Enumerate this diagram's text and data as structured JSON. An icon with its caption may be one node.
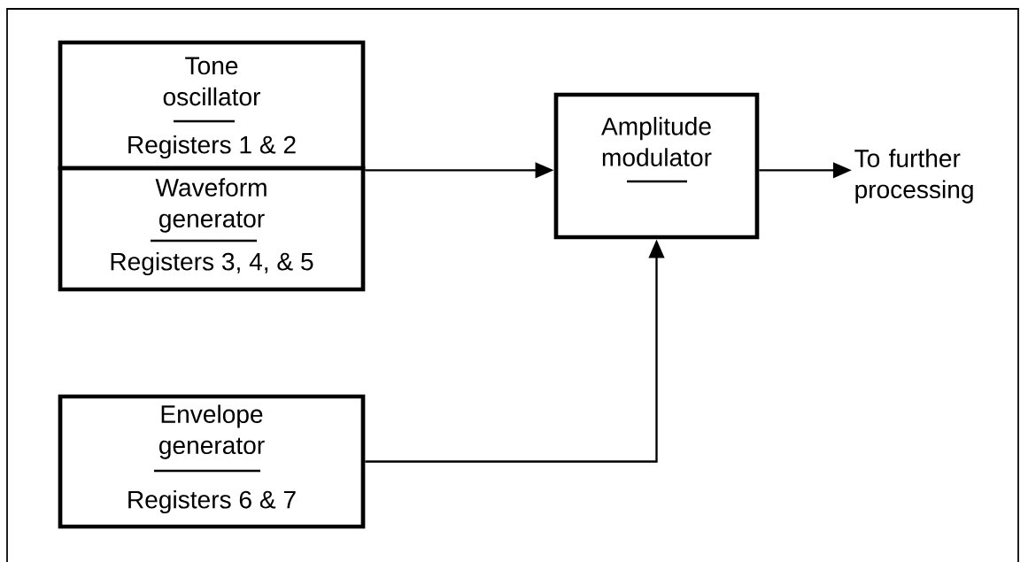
{
  "diagram": {
    "nodes": [
      {
        "text": [
          "Tone oscillator",
          "Registers 1 & 2"
        ]
      },
      {
        "text": [
          "Waveform generator",
          "Registers 3, 4, & 5"
        ]
      },
      {
        "text": [
          "Envelope generator",
          "Registers 6 & 7"
        ]
      },
      {
        "text": [
          "Amplitude modulator"
        ]
      },
      {
        "text": [
          "To further processing"
        ]
      }
    ],
    "edges": [
      {
        "from": 0,
        "to": 3,
        "arrow": "to"
      },
      {
        "from": 1,
        "to": 3,
        "arrow": "to"
      },
      {
        "from": 2,
        "to": 3,
        "arrow": "to"
      },
      {
        "from": 3,
        "to": 4,
        "arrow": "to"
      }
    ]
  }
}
